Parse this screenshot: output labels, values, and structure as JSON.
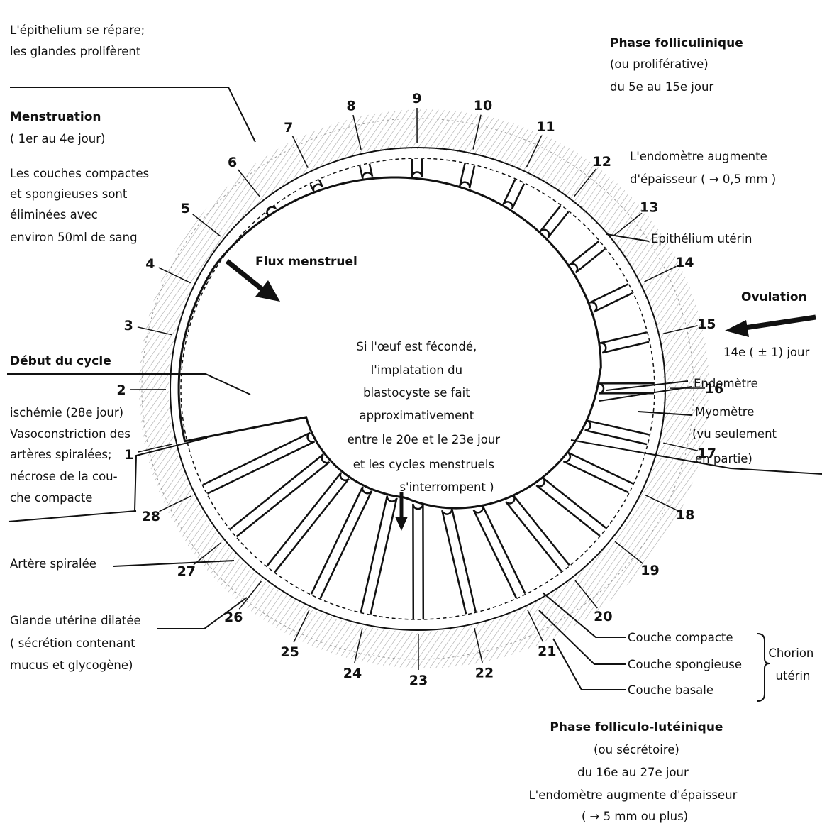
{
  "days": [
    "1",
    "2",
    "3",
    "4",
    "5",
    "6",
    "7",
    "8",
    "9",
    "10",
    "11",
    "12",
    "13",
    "14",
    "15",
    "16",
    "17",
    "18",
    "19",
    "20",
    "21",
    "22",
    "23",
    "24",
    "25",
    "26",
    "27",
    "28"
  ],
  "labels": {
    "epithelium_repair": [
      "L'épithelium se répare;",
      "les glandes prolifèrent"
    ],
    "menstruation_title": "Menstruation",
    "menstruation_days": "( 1er au 4e jour)",
    "compact_layers": [
      "Les couches compactes",
      "et spongieuses sont",
      "éliminées avec",
      "environ 50ml de sang"
    ],
    "menstrual_flow": "Flux menstruel",
    "cycle_start": "Début du cycle",
    "ischemia": [
      "ischémie (28e jour)",
      "Vasoconstriction des",
      "artères spiralées;",
      "nécrose de la cou-",
      "che compacte"
    ],
    "spiral_artery": "Artère spiralée",
    "dilated_gland": [
      "Glande utérine dilatée",
      "( sécrétion contenant",
      "mucus et glycogène)"
    ],
    "follicular_phase": [
      "Phase folliculinique",
      "(ou proliférative)",
      "du 5e au 15e jour"
    ],
    "endometrium_grows": [
      "L'endomètre augmente",
      "d'épaisseur ( → 0,5 mm )"
    ],
    "uterine_epithelium": "Epithélium utérin",
    "ovulation_title": "Ovulation",
    "ovulation_day": "14e ( ± 1) jour",
    "endometrium": "Endomètre",
    "myometrium": [
      "Myomètre",
      "(vu seulement",
      "en partie)"
    ],
    "implantation": [
      "Si l'œuf est fécondé,",
      "l'implatation du",
      "blastocyste se fait",
      "approximativement",
      "entre le 20e et le 23e jour",
      "et les cycles menstruels",
      "s'interrompent )"
    ],
    "compact_layer": "Couche compacte",
    "spongy_layer": "Couche spongieuse",
    "basal_layer": "Couche basale",
    "chorion": [
      "Chorion",
      "utérin"
    ],
    "luteal_phase": [
      "Phase folliculo-lutéinique",
      "(ou sécrétoire)",
      "du 16e au 27e jour",
      "L'endomètre augmente d'épaisseur",
      "( → 5 mm ou plus)"
    ]
  }
}
